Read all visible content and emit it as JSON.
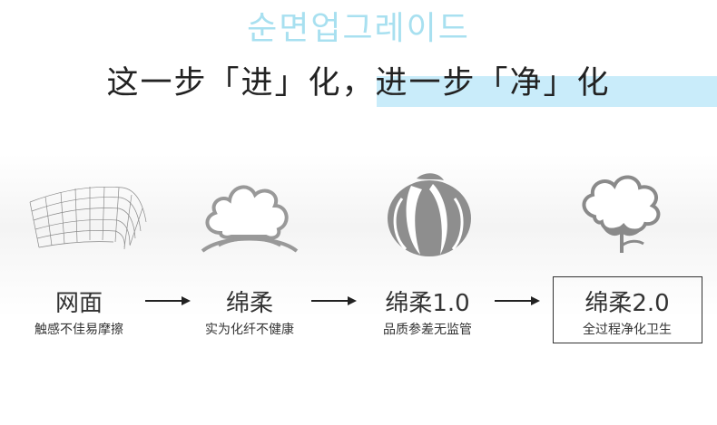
{
  "header": {
    "korean_title": "순면업그레이드",
    "main_title": "这一步「进」化，进一步「净」化",
    "highlight_color": "#c9ecfa",
    "korean_color": "#a8e0f0"
  },
  "steps": [
    {
      "icon": "mesh-surface-icon",
      "title": "网面",
      "subtitle": "触感不佳易摩擦"
    },
    {
      "icon": "cloud-cotton-icon",
      "title": "绵柔",
      "subtitle": "实为化纤不健康"
    },
    {
      "icon": "cotton-boll-icon",
      "title": "绵柔1.0",
      "subtitle": "品质参差无监管"
    },
    {
      "icon": "cotton-flower-icon",
      "title": "绵柔2.0",
      "subtitle": "全过程净化卫生"
    }
  ]
}
